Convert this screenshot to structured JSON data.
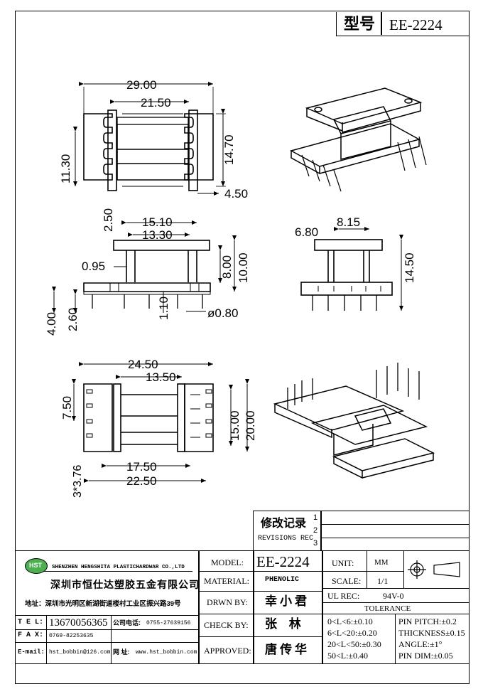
{
  "header": {
    "type_label": "型号",
    "model_value": "EE-2224"
  },
  "top_view": {
    "d_total_width": "29.00",
    "d_inner_width": "21.50",
    "d_left_height": "11.30",
    "d_right_height": "14.70",
    "d_flange": "4.50"
  },
  "front_view": {
    "d_top": "2.50",
    "d_width1": "15.10",
    "d_width2": "13.30",
    "d_095": "0.95",
    "d_800": "8.00",
    "d_1000": "10.00",
    "d_400": "4.00",
    "d_260": "2.60",
    "d_110": "1.10",
    "d_pin_dia": "ø0.80"
  },
  "side_view": {
    "d_815": "8.15",
    "d_680": "6.80",
    "d_1450": "14.50"
  },
  "bottom_view": {
    "d_2450": "24.50",
    "d_1350": "13.50",
    "d_750": "7.50",
    "d_1500": "15.00",
    "d_2000": "20.00",
    "d_1750": "17.50",
    "d_2250": "22.50",
    "d_376": "3*3.76"
  },
  "revisions": {
    "label_cn": "修改记录",
    "label_en": "REVISIONS REC",
    "rows": [
      "1",
      "2",
      "3"
    ]
  },
  "company": {
    "logo_text": "HST",
    "name_en": "SHENZHEN HENGSHITA PLASTICHARDWAR CO.,LTD",
    "name_cn": "深圳市恒仕达塑胶五金有限公司",
    "address": "地址：深圳市光明区新湖街道楼村工业区振兴路39号",
    "tel_label": "T E L:",
    "tel": "13670056365",
    "phone_label": "公司电话:",
    "phone": "0755-27639156",
    "fax_label": "F A X:",
    "fax": "0769-82253635",
    "email_label": "E-mail:",
    "email": "hst_bobbin@126.com",
    "web_label": "网 址:",
    "web": "www.hst_bobbin.com"
  },
  "title_block": {
    "model_label": "MODEL:",
    "model": "EE-2224",
    "material_label": "MATERIAL:",
    "material": "PHENOLIC",
    "drawn_label": "DRWN BY:",
    "drawn": "幸小君",
    "check_label": "CHECK BY:",
    "check": "张 林",
    "approved_label": "APPROVED:",
    "approved": "唐传华",
    "unit_label": "UNIT:",
    "unit": "MM",
    "scale_label": "SCALE:",
    "scale": "1/1",
    "ul_label": "UL REC:",
    "ul": "94V-0",
    "tolerance_label": "TOLERANCE",
    "tol1": "0<L<6:±0.10",
    "tol2": "6<L<20:±0.20",
    "tol3": "20<L<50:±0.30",
    "tol4": "50<L:±0.40",
    "pin_pitch": "PIN PITCH:±0.2",
    "thickness": "THICKNESS±0.15",
    "angle": "ANGLE:±1°",
    "pin_dim": "PIN DIM:±0.05"
  }
}
